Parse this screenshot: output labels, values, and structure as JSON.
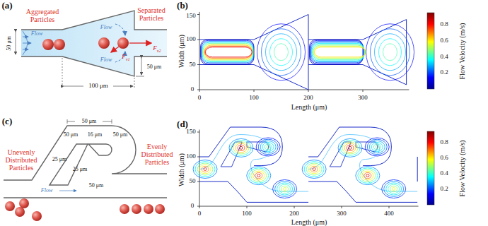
{
  "diagram": {
    "labels": [
      "(a)",
      "Aggregated Particles",
      "Separated Particles",
      "Flow",
      "Flow",
      "Flow",
      "50 μm",
      "100 μm",
      "50 μm",
      "Fv1",
      "Fv2",
      "(b)",
      "0",
      "50",
      "100",
      "150",
      "0",
      "100",
      "200",
      "300",
      "Width (μm)",
      "Length (μm)",
      "0.8",
      "0.6",
      "0.4",
      "0.2",
      "Flow Velocity (m/s)",
      "(c)",
      "Unevenly Distributed Particles",
      "Evenly Distributed Particles",
      "Flow",
      "50 μm",
      "50 μm",
      "16 μm",
      "50 μm",
      "25 μm",
      "25 μm",
      "50 μm",
      "(d)",
      "0",
      "50",
      "100",
      "150",
      "0",
      "100",
      "200",
      "300",
      "400",
      "Width (μm)",
      "Length (μm)",
      "0.8",
      "0.6",
      "0.4",
      "0.2",
      "Flow Velocity (m/s)"
    ]
  }
}
